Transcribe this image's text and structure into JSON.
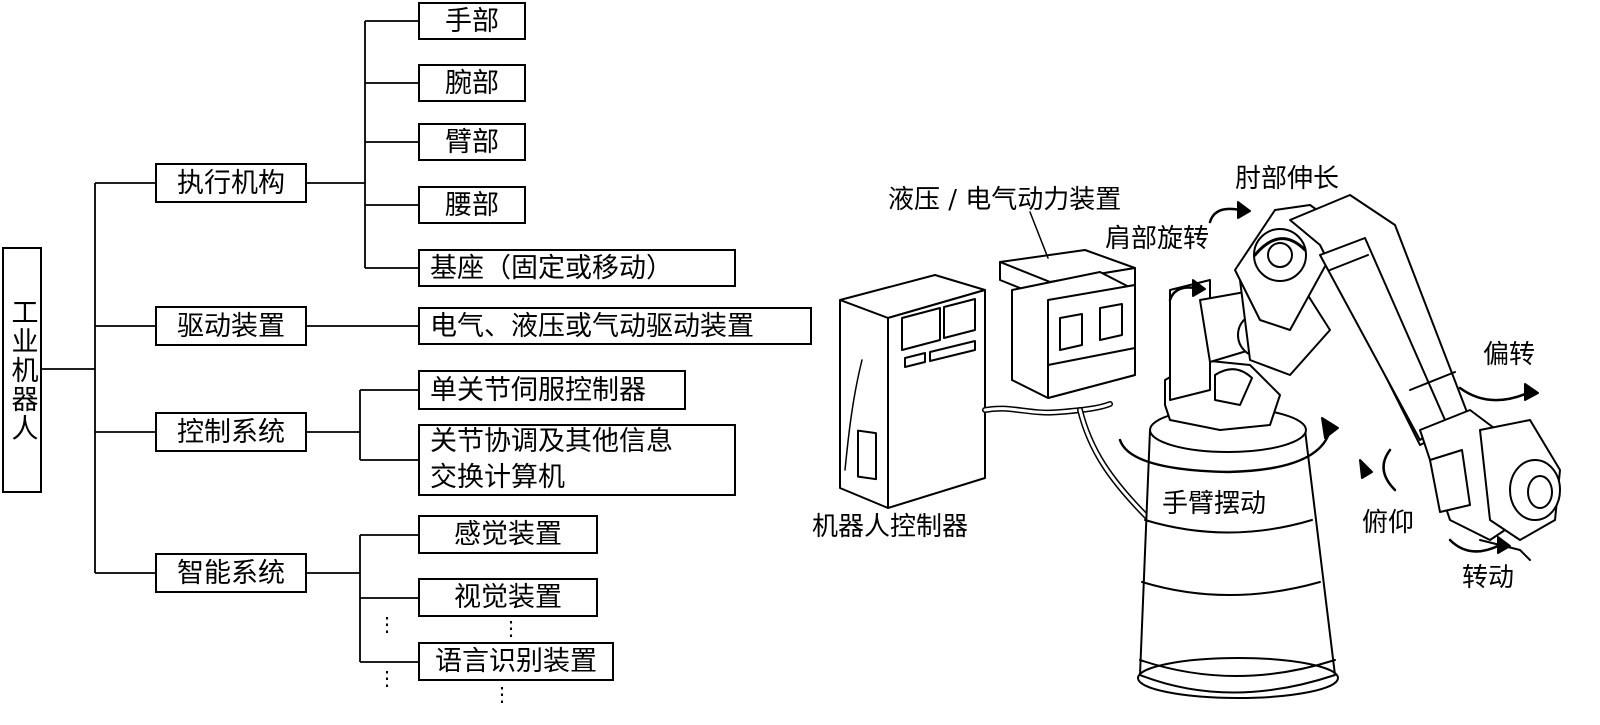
{
  "tree": {
    "root": "工业机器人",
    "branches": [
      {
        "label": "执行机构",
        "children": [
          "手部",
          "腕部",
          "臂部",
          "腰部",
          "基座（固定或移动）"
        ]
      },
      {
        "label": "驱动装置",
        "children": [
          "电气、液压或气动驱动装置"
        ]
      },
      {
        "label": "控制系统",
        "children": [
          "单关节伺服控制器",
          "关节协调及其他信息\n交换计算机"
        ]
      },
      {
        "label": "智能系统",
        "children": [
          "感觉装置",
          "视觉装置",
          "语言识别装置"
        ]
      }
    ],
    "ellipsis": "⋮"
  },
  "illustration": {
    "labels": {
      "hydraulic": "液压 / 电气动力装置",
      "elbow": "肘部伸长",
      "shoulder": "肩部旋转",
      "yaw": "偏转",
      "arm_swing": "手臂摆动",
      "pitch": "俯仰",
      "roll": "转动",
      "controller": "机器人控制器"
    }
  }
}
